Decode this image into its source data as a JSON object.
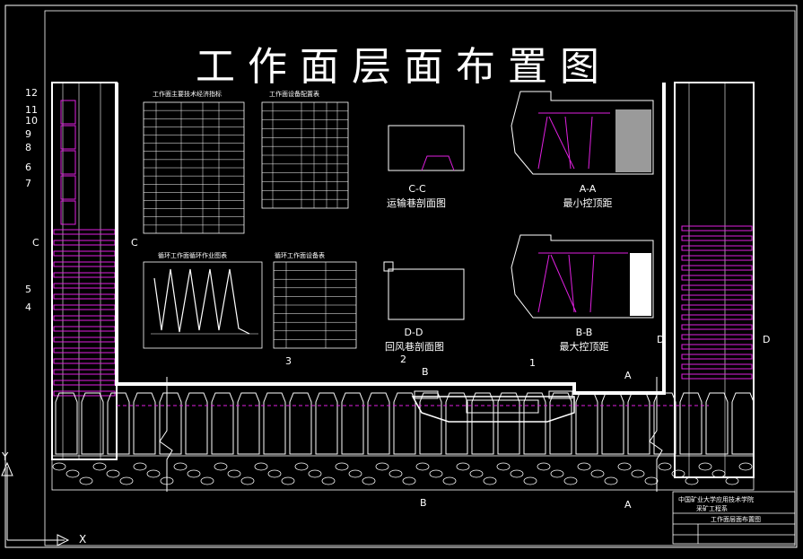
{
  "title": "工作面层面布置图",
  "sections": {
    "cc": {
      "code": "C-C",
      "name": "运输巷剖面图"
    },
    "aa": {
      "code": "A-A",
      "name": "最小控顶距"
    },
    "dd": {
      "code": "D-D",
      "name": "回风巷剖面图"
    },
    "bb": {
      "code": "B-B",
      "name": "最大控顶距"
    }
  },
  "tables": {
    "t1_title": "工作面主要技术经济指标",
    "t2_title": "工作面设备配置表",
    "t3_title": "循环工作面循环作业图表",
    "t4_title": "循环工作面设备表"
  },
  "markers": {
    "c": "C",
    "d": "D",
    "b": "B",
    "a": "A",
    "n1": "1",
    "n2": "2",
    "n3": "3"
  },
  "left_numbers": [
    "12",
    "11",
    "10",
    "9",
    "8",
    "6",
    "7",
    "5",
    "4"
  ],
  "titleblock": {
    "line1": "中国矿业大学应用技术学院",
    "line2": "采矿工程系",
    "line3": "工作面层面布置图"
  },
  "axis": {
    "x": "X",
    "y": "Y"
  },
  "colors": {
    "line": "#ffffff",
    "support": "#e020e0",
    "bg": "#000000",
    "gray": "#9a9a9a"
  }
}
